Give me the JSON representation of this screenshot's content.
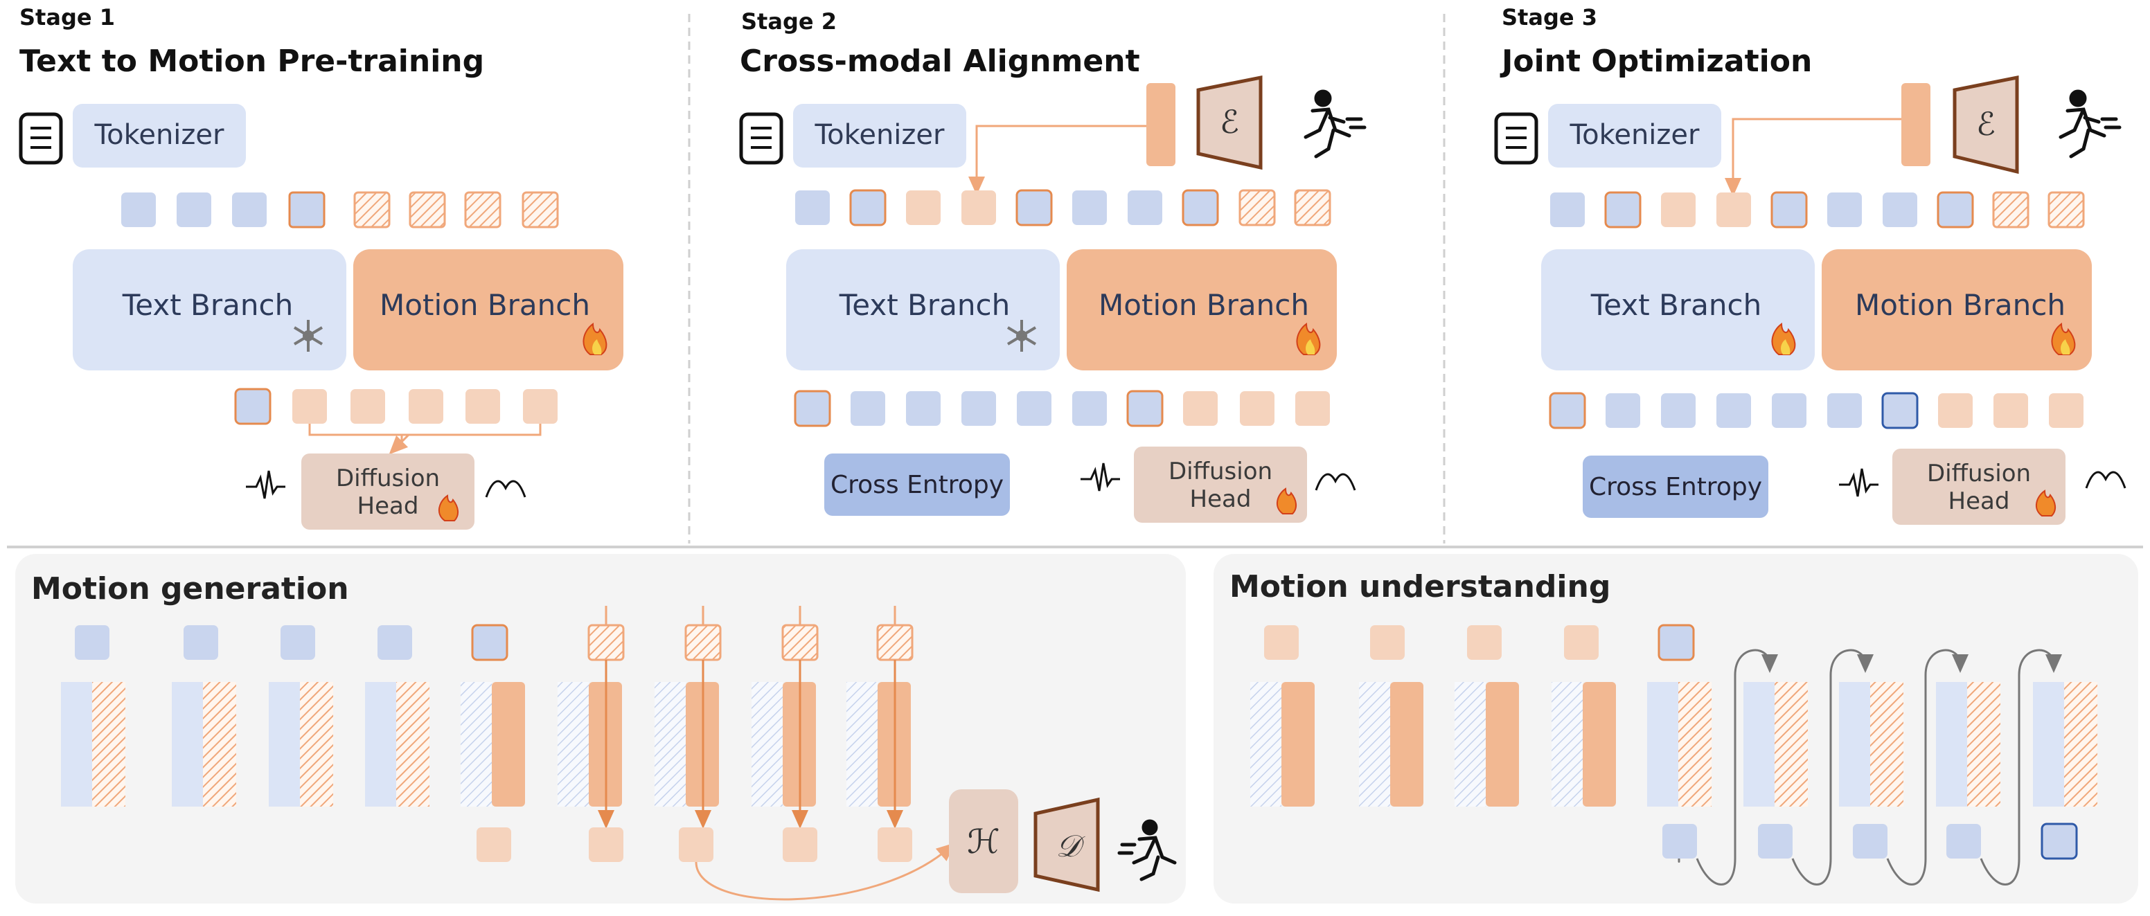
{
  "stages": [
    {
      "label": "Stage 1",
      "title": "Text to Motion Pre-training",
      "tokenizer": "Tokenizer",
      "text_branch": "Text Branch",
      "motion_branch": "Motion Branch",
      "text_branch_state": "frozen",
      "motion_branch_state": "trainable",
      "diffusion_head": [
        "Diffusion",
        "Head"
      ]
    },
    {
      "label": "Stage 2",
      "title": "Cross-modal Alignment",
      "tokenizer": "Tokenizer",
      "text_branch": "Text Branch",
      "motion_branch": "Motion Branch",
      "text_branch_state": "frozen",
      "motion_branch_state": "trainable",
      "loss": "Cross Entropy",
      "diffusion_head": [
        "Diffusion",
        "Head"
      ],
      "encoder_symbol": "ℰ"
    },
    {
      "label": "Stage 3",
      "title": "Joint Optimization",
      "tokenizer": "Tokenizer",
      "text_branch": "Text Branch",
      "motion_branch": "Motion Branch",
      "text_branch_state": "trainable",
      "motion_branch_state": "trainable",
      "loss": "Cross Entropy",
      "diffusion_head": [
        "Diffusion",
        "Head"
      ],
      "encoder_symbol": "ℰ"
    }
  ],
  "panels": {
    "generation": {
      "title": "Motion generation",
      "head_symbol": "ℋ",
      "decoder_symbol": "𝒟"
    },
    "understanding": {
      "title": "Motion understanding"
    }
  },
  "colors": {
    "text_token": "#c9d5ee",
    "text_token_border": "#b9c7e6",
    "motion_token": "#f5d3bd",
    "motion_token_border": "#e58a4e",
    "branch_text": "#dbe4f6",
    "branch_motion": "#f2b892",
    "diffusion_head": "#e7d0c4",
    "cross_entropy": "#a8bde6",
    "encoder": "#e7d0c4",
    "encoder_border": "#7a3f1e",
    "arrow": "#f0a77a",
    "panel_bg": "#f4f4f4",
    "divider": "#c8c8c8"
  }
}
